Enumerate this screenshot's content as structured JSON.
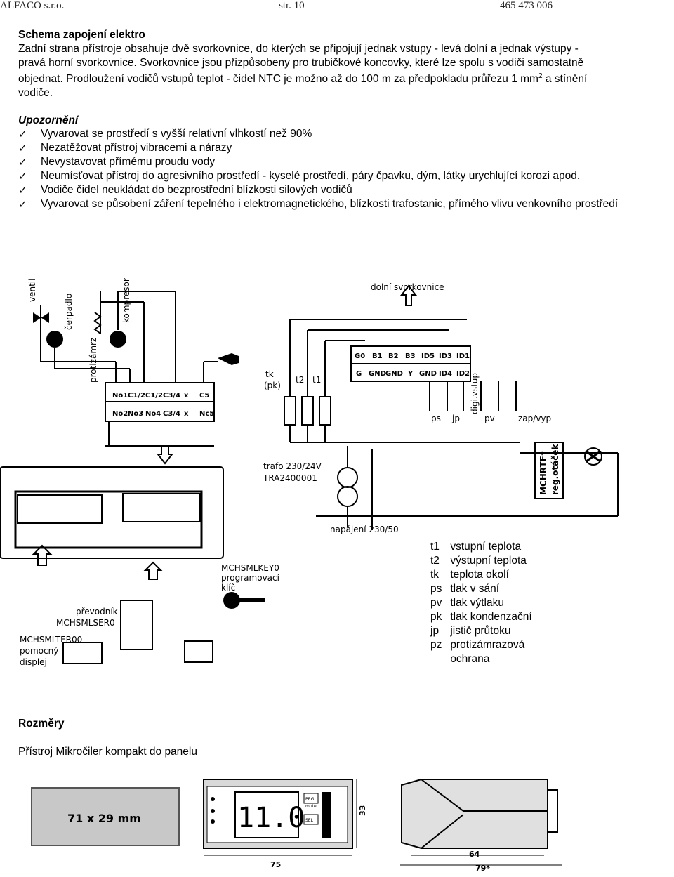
{
  "header": {
    "company": "ALFACO s.r.o.",
    "page": "str. 10",
    "code": "465 473 006"
  },
  "schema": {
    "title": "Schema zapojení elektro",
    "lines": [
      "Zadní strana přístroje obsahuje dvě svorkovnice, do kterých se připojují jednak vstupy - levá dolní a jednak výstupy -",
      "pravá horní svorkovnice. Svorkovnice jsou přizpůsobeny pro trubičkové koncovky, které lze spolu s vodiči samostatně",
      "objednat. Prodloužení vodičů vstupů teplot - čidel NTC je možno až do 100 m za předpokladu průřezu 1 mm",
      "vodiče."
    ],
    "sup": "2",
    "line3_tail": " a stínění"
  },
  "warning": {
    "title": "Upozornění",
    "items": [
      "Vyvarovat se prostředí s vyšší relativní vlhkostí než 90%",
      "Nezatěžovat přístroj vibracemi a nárazy",
      "Nevystavovat přímému proudu vody",
      "Neumísťovat přístroj do agresivního prostředí - kyselé prostředí, páry čpavku, dým, látky urychlující korozi apod.",
      "Vodiče čidel neukládat do bezprostřední blízkosti silových vodičů",
      "Vyvarovat se působení záření tepelného i elektromagnetického, blízkosti trafostanic, přímého vlivu venkovního prostředí"
    ]
  },
  "diagram": {
    "ventil": "ventil",
    "cerpadlo": "čerpadlo",
    "kompresor": "kompresor",
    "protizamrz": "protizámrz",
    "upper_terms": [
      "No1",
      "C1/2",
      "C1/2",
      "C3/4",
      "x",
      "C5"
    ],
    "lower_terms": [
      "No2",
      "No3",
      "No4",
      "C3/4",
      "x",
      "Nc5"
    ],
    "dolni_svorkovnice": "dolní svorkovnice",
    "input_top": [
      "G0",
      "B1",
      "B2",
      "B3",
      "ID5",
      "ID3",
      "ID1"
    ],
    "input_bottom": [
      "G",
      "GND",
      "GND",
      "Y",
      "GND",
      "ID4",
      "ID2"
    ],
    "tk": "tk",
    "pk": "(pk)",
    "t2": "t2",
    "t1": "t1",
    "ps": "ps",
    "jp": "jp",
    "digi_vstup": "digi.vstup",
    "pv": "pv",
    "zap_vyp": "zap/vyp",
    "mchrtf": "MCHRTF*",
    "reg_otacek": "reg.otáček",
    "trafo1": "trafo 230/24V",
    "trafo2": "TRA2400001",
    "napajeni": "napájení 230/50",
    "key1": "MCHSMLKEY0",
    "key2": "programovací",
    "key3": "klíč",
    "prevodnik1": "převodník",
    "prevodnik2": "MCHSMLSER0",
    "ter1": "MCHSMLTER00",
    "ter2": "pomocný",
    "ter3": "displej"
  },
  "legend": [
    {
      "key": "t1",
      "text": "vstupní teplota"
    },
    {
      "key": "t2",
      "text": "výstupní teplota"
    },
    {
      "key": "tk",
      "text": "teplota okolí"
    },
    {
      "key": "ps",
      "text": "tlak v sání"
    },
    {
      "key": "pv",
      "text": "tlak výtlaku"
    },
    {
      "key": "pk",
      "text": "tlak kondenzační"
    },
    {
      "key": "jp",
      "text": "jistič průtoku"
    },
    {
      "key": "pz",
      "text": "protizámrazová"
    },
    {
      "key": "",
      "text": "ochrana"
    }
  ],
  "dimensions": {
    "title": "Rozměry",
    "subtitle": "Přístroj Mikročiler kompakt do panelu",
    "cutout": "71 x 29 mm",
    "display_value": "11.0",
    "btn_prg": "PRG",
    "btn_mute": "mute",
    "btn_sel": "SEL",
    "dim_75": "75",
    "dim_33": "33",
    "dim_64": "64",
    "dim_79": "79*"
  }
}
